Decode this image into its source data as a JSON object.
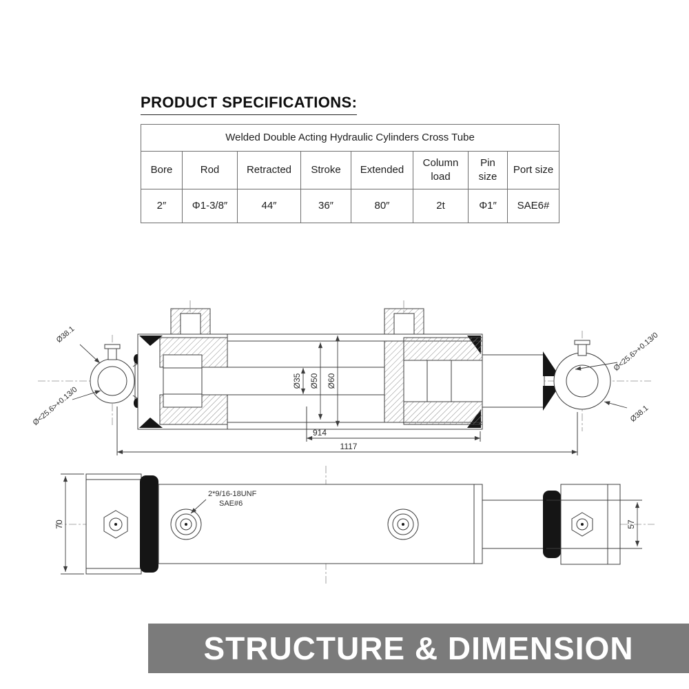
{
  "page": {
    "title": "PRODUCT SPECIFICATIONS:",
    "banner": "STRUCTURE & DIMENSION"
  },
  "spec_table": {
    "caption": "Welded Double Acting Hydraulic Cylinders Cross Tube",
    "columns": [
      {
        "label": "Bore",
        "value": "2″"
      },
      {
        "label": "Rod",
        "value": "Φ1-3/8″"
      },
      {
        "label": "Retracted",
        "value": "44″"
      },
      {
        "label": "Stroke",
        "value": "36″"
      },
      {
        "label": "Extended",
        "value": "80″"
      },
      {
        "label": "Column load",
        "value": "2t"
      },
      {
        "label": "Pin size",
        "value": "Φ1″"
      },
      {
        "label": "Port size",
        "value": "SAE6#"
      }
    ]
  },
  "drawing": {
    "side_view": {
      "pin_dia_left": "Ø38.1",
      "pin_bore_left": "Ø<25.6>+0.13/0",
      "rod_dia": "Ø35",
      "bore_dia": "Ø50",
      "tube_od": "Ø60",
      "dim_body": "914",
      "dim_overall": "1117",
      "pin_bore_right": "Ø<25.6>+0.13/0",
      "pin_dia_right": "Ø38.1"
    },
    "top_view": {
      "dim_left_width": "70",
      "dim_right_width": "57",
      "port_thread": "2*9/16-18UNF",
      "port_standard": "SAE#6"
    }
  }
}
